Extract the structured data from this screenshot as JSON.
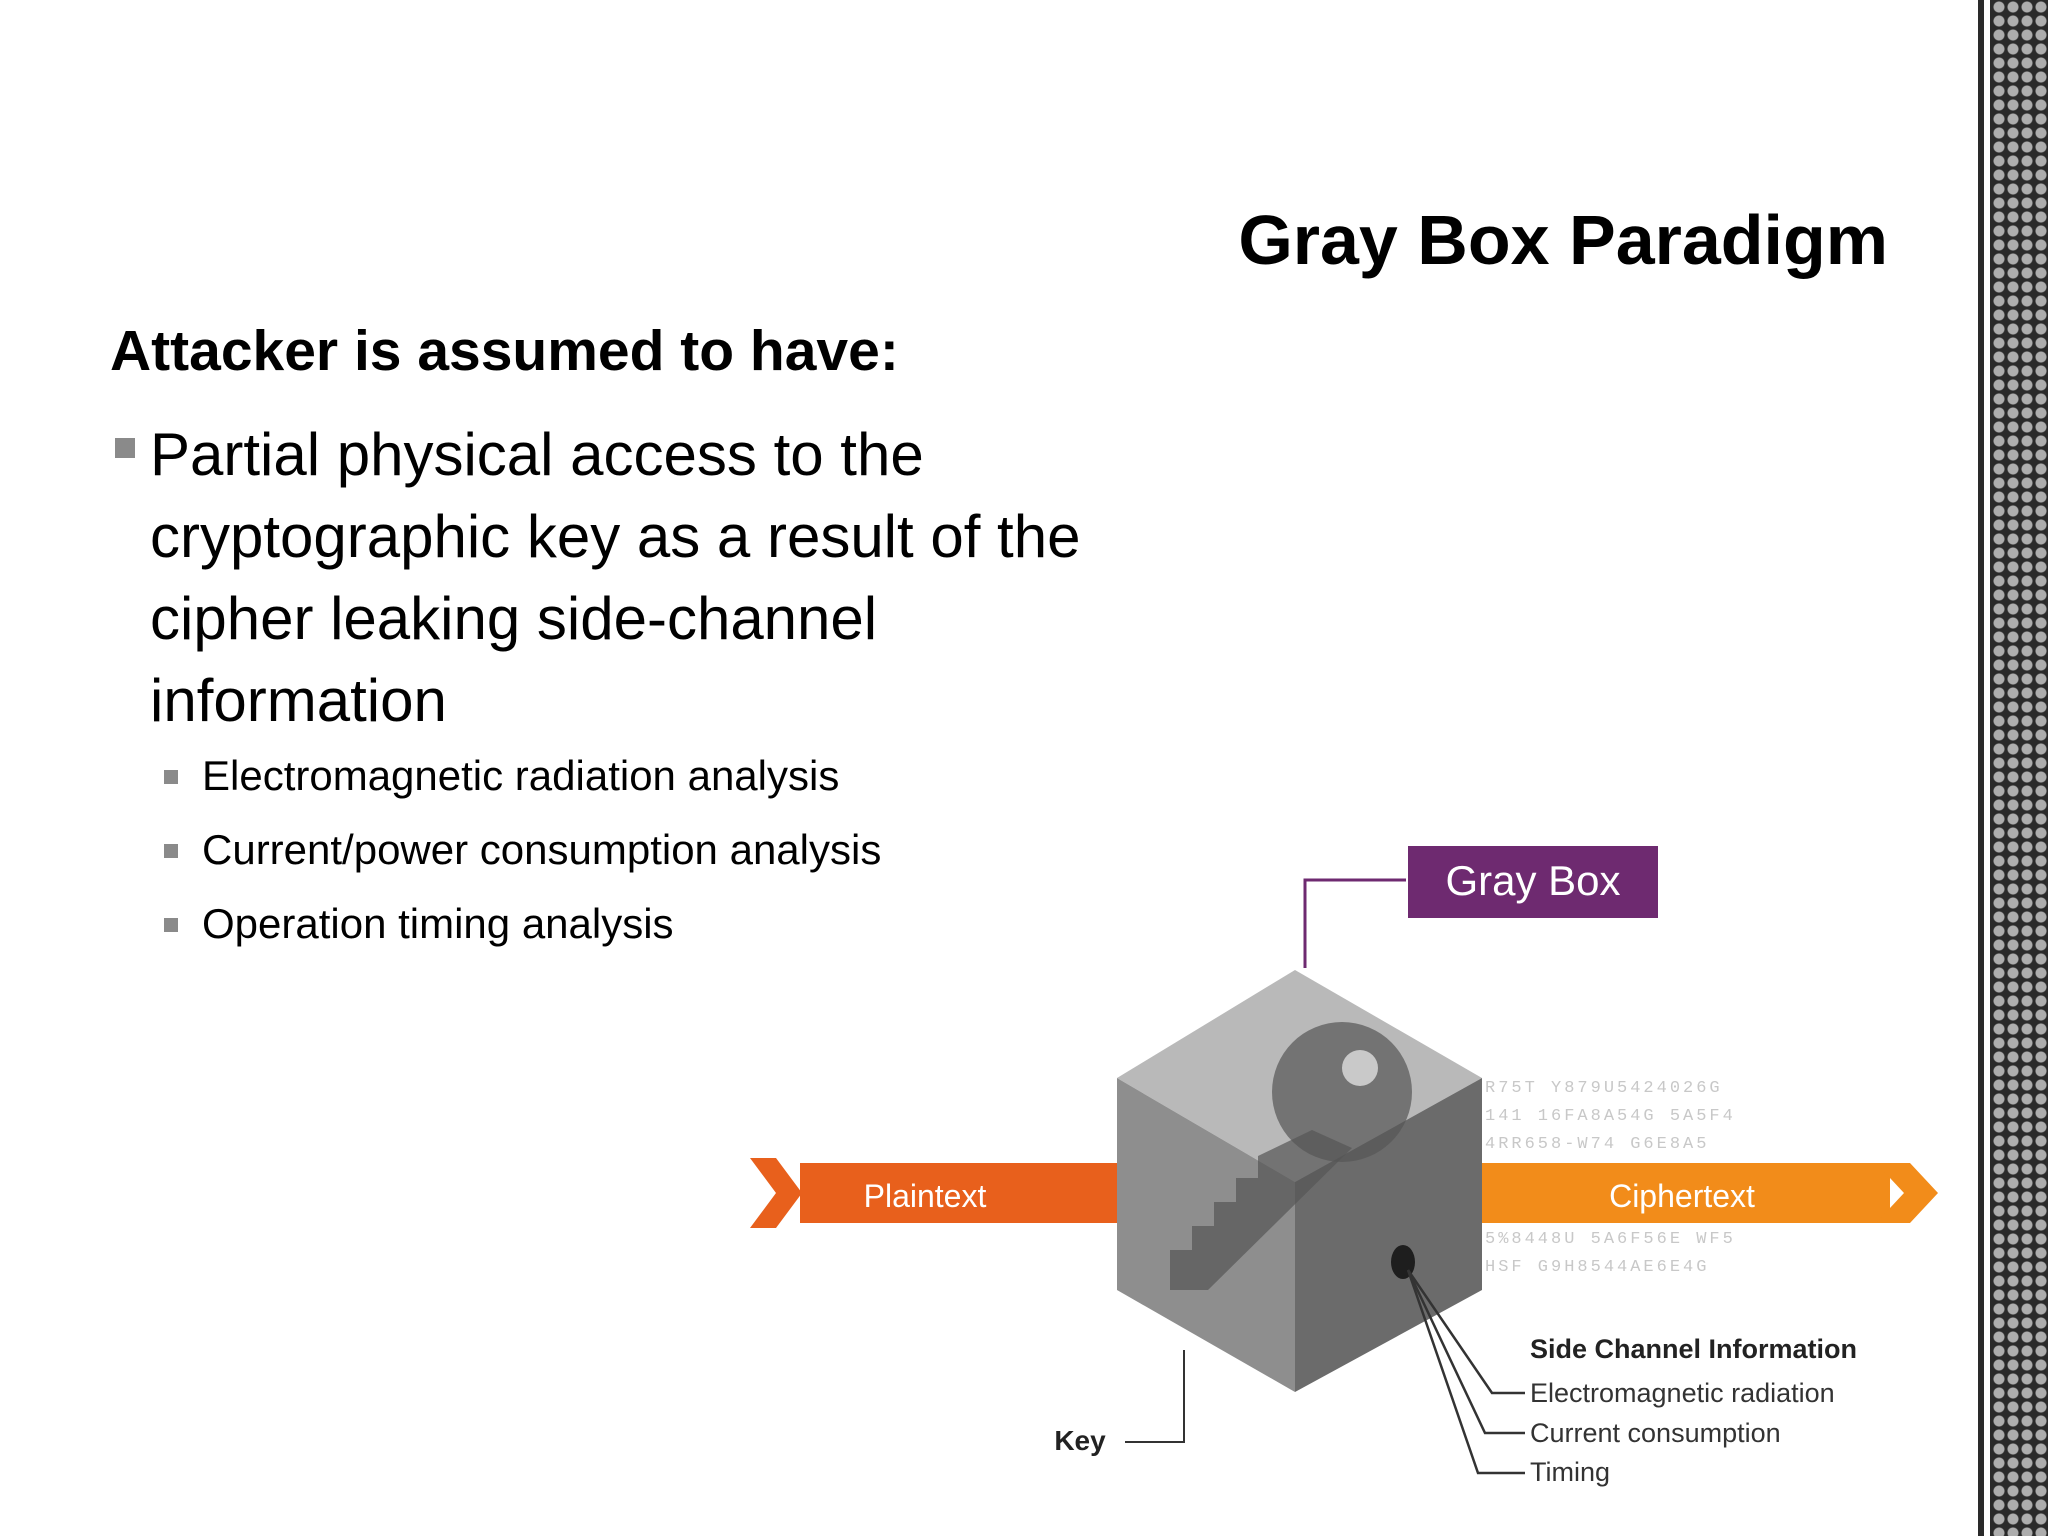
{
  "slide": {
    "title": "Gray Box Paradigm",
    "heading": "Attacker is assumed to have:",
    "main_bullet": "Partial physical access to the cryptographic key as a result of the cipher leaking side-channel information",
    "sub_bullets": [
      "Electromagnetic radiation analysis",
      "Current/power consumption analysis",
      "Operation timing analysis"
    ]
  },
  "diagram": {
    "box_label": "Gray Box",
    "plaintext_label": "Plaintext",
    "ciphertext_label": "Ciphertext",
    "key_label": "Key",
    "side_channel_title": "Side Channel Information",
    "side_channel_items": [
      "Electromagnetic radiation",
      "Current consumption",
      "Timing"
    ],
    "noise_lines": [
      "R75T   Y879U5424026G",
      "141  16FA8A54G   5A5F4",
      "4RR658-W74   G6E8A5",
      "5%8448U  5A6F56E  WF5",
      "HSF     G9H8544AE6E4G"
    ],
    "colors": {
      "gray_box_label": "#6e2a70",
      "plaintext_arrow": "#e8601c",
      "ciphertext_arrow": "#f28c1a"
    }
  }
}
